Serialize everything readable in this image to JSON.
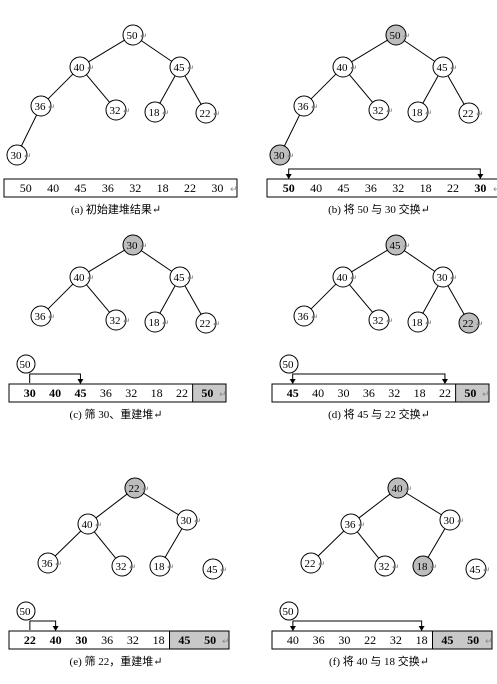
{
  "return_mark": "↵",
  "panels": [
    {
      "id": "a",
      "caption": "(a) 初始建堆结果",
      "nodes": [
        {
          "v": "50",
          "hl": false
        },
        {
          "v": "40",
          "hl": false
        },
        {
          "v": "45",
          "hl": false
        },
        {
          "v": "36",
          "hl": false
        },
        {
          "v": "32",
          "hl": false
        },
        {
          "v": "18",
          "hl": false
        },
        {
          "v": "22",
          "hl": false
        },
        {
          "v": "30",
          "hl": false
        }
      ],
      "edges": [
        [
          0,
          1
        ],
        [
          0,
          2
        ],
        [
          1,
          3
        ],
        [
          1,
          4
        ],
        [
          2,
          5
        ],
        [
          2,
          6
        ],
        [
          3,
          7
        ]
      ],
      "temp": null,
      "array": [
        {
          "v": "50",
          "bold": false,
          "sorted": false
        },
        {
          "v": "40",
          "bold": false,
          "sorted": false
        },
        {
          "v": "45",
          "bold": false,
          "sorted": false
        },
        {
          "v": "36",
          "bold": false,
          "sorted": false
        },
        {
          "v": "32",
          "bold": false,
          "sorted": false
        },
        {
          "v": "18",
          "bold": false,
          "sorted": false
        },
        {
          "v": "22",
          "bold": false,
          "sorted": false
        },
        {
          "v": "30",
          "bold": false,
          "sorted": false
        }
      ],
      "arrow": null
    },
    {
      "id": "b",
      "caption": "(b) 将 50 与 30 交换",
      "nodes": [
        {
          "v": "50",
          "hl": true
        },
        {
          "v": "40",
          "hl": false
        },
        {
          "v": "45",
          "hl": false
        },
        {
          "v": "36",
          "hl": false
        },
        {
          "v": "32",
          "hl": false
        },
        {
          "v": "18",
          "hl": false
        },
        {
          "v": "22",
          "hl": false
        },
        {
          "v": "30",
          "hl": true
        }
      ],
      "edges": [
        [
          0,
          1
        ],
        [
          0,
          2
        ],
        [
          1,
          3
        ],
        [
          1,
          4
        ],
        [
          2,
          5
        ],
        [
          2,
          6
        ],
        [
          3,
          7
        ]
      ],
      "temp": null,
      "array": [
        {
          "v": "50",
          "bold": true,
          "sorted": false
        },
        {
          "v": "40",
          "bold": false,
          "sorted": false
        },
        {
          "v": "45",
          "bold": false,
          "sorted": false
        },
        {
          "v": "36",
          "bold": false,
          "sorted": false
        },
        {
          "v": "32",
          "bold": false,
          "sorted": false
        },
        {
          "v": "18",
          "bold": false,
          "sorted": false
        },
        {
          "v": "22",
          "bold": false,
          "sorted": false
        },
        {
          "v": "30",
          "bold": true,
          "sorted": false
        }
      ],
      "arrow": {
        "from": 0,
        "to": 7,
        "both": true
      }
    },
    {
      "id": "c",
      "caption": "(c) 筛 30、重建堆",
      "nodes": [
        {
          "v": "30",
          "hl": true
        },
        {
          "v": "40",
          "hl": false
        },
        {
          "v": "45",
          "hl": false
        },
        {
          "v": "36",
          "hl": false
        },
        {
          "v": "32",
          "hl": false
        },
        {
          "v": "18",
          "hl": false
        },
        {
          "v": "22",
          "hl": false
        }
      ],
      "edges": [
        [
          0,
          1
        ],
        [
          0,
          2
        ],
        [
          1,
          3
        ],
        [
          1,
          4
        ],
        [
          2,
          5
        ],
        [
          2,
          6
        ]
      ],
      "temp": "50",
      "array": [
        {
          "v": "30",
          "bold": true,
          "sorted": false
        },
        {
          "v": "40",
          "bold": true,
          "sorted": false
        },
        {
          "v": "45",
          "bold": true,
          "sorted": false
        },
        {
          "v": "36",
          "bold": false,
          "sorted": false
        },
        {
          "v": "32",
          "bold": false,
          "sorted": false
        },
        {
          "v": "18",
          "bold": false,
          "sorted": false
        },
        {
          "v": "22",
          "bold": false,
          "sorted": false
        },
        {
          "v": "50",
          "bold": true,
          "sorted": true
        }
      ],
      "arrow": {
        "from": 0,
        "to": 2,
        "both": false
      }
    },
    {
      "id": "d",
      "caption": "(d) 将 45 与 22 交换",
      "nodes": [
        {
          "v": "45",
          "hl": true
        },
        {
          "v": "40",
          "hl": false
        },
        {
          "v": "30",
          "hl": false
        },
        {
          "v": "36",
          "hl": false
        },
        {
          "v": "32",
          "hl": false
        },
        {
          "v": "18",
          "hl": false
        },
        {
          "v": "22",
          "hl": true
        }
      ],
      "edges": [
        [
          0,
          1
        ],
        [
          0,
          2
        ],
        [
          1,
          3
        ],
        [
          1,
          4
        ],
        [
          2,
          5
        ],
        [
          2,
          6
        ]
      ],
      "temp": "50",
      "array": [
        {
          "v": "45",
          "bold": true,
          "sorted": false
        },
        {
          "v": "40",
          "bold": false,
          "sorted": false
        },
        {
          "v": "30",
          "bold": false,
          "sorted": false
        },
        {
          "v": "36",
          "bold": false,
          "sorted": false
        },
        {
          "v": "32",
          "bold": false,
          "sorted": false
        },
        {
          "v": "18",
          "bold": false,
          "sorted": false
        },
        {
          "v": "22",
          "bold": false,
          "sorted": false
        },
        {
          "v": "50",
          "bold": true,
          "sorted": true
        }
      ],
      "arrow": {
        "from": 0,
        "to": 6,
        "both": true
      }
    },
    {
      "id": "e",
      "caption": "(e) 筛 22，重建堆",
      "nodes": [
        {
          "v": "22",
          "hl": true
        },
        {
          "v": "40",
          "hl": false
        },
        {
          "v": "30",
          "hl": false
        },
        {
          "v": "36",
          "hl": false
        },
        {
          "v": "32",
          "hl": false
        },
        {
          "v": "18",
          "hl": false
        },
        {
          "v": "45",
          "hl": false
        }
      ],
      "edges": [
        [
          0,
          1
        ],
        [
          0,
          2
        ],
        [
          1,
          3
        ],
        [
          1,
          4
        ],
        [
          2,
          5
        ]
      ],
      "temp": "50",
      "array": [
        {
          "v": "22",
          "bold": true,
          "sorted": false
        },
        {
          "v": "40",
          "bold": true,
          "sorted": false
        },
        {
          "v": "30",
          "bold": true,
          "sorted": false
        },
        {
          "v": "36",
          "bold": false,
          "sorted": false
        },
        {
          "v": "32",
          "bold": false,
          "sorted": false
        },
        {
          "v": "18",
          "bold": false,
          "sorted": false
        },
        {
          "v": "45",
          "bold": true,
          "sorted": true
        },
        {
          "v": "50",
          "bold": true,
          "sorted": true
        }
      ],
      "arrow": {
        "from": 0,
        "to": 1,
        "both": false
      }
    },
    {
      "id": "f",
      "caption": "(f) 将 40 与 18 交换",
      "nodes": [
        {
          "v": "40",
          "hl": true
        },
        {
          "v": "36",
          "hl": false
        },
        {
          "v": "30",
          "hl": false
        },
        {
          "v": "22",
          "hl": false
        },
        {
          "v": "32",
          "hl": false
        },
        {
          "v": "18",
          "hl": true
        },
        {
          "v": "45",
          "hl": false
        }
      ],
      "edges": [
        [
          0,
          1
        ],
        [
          0,
          2
        ],
        [
          1,
          3
        ],
        [
          1,
          4
        ],
        [
          2,
          5
        ]
      ],
      "temp": "50",
      "array": [
        {
          "v": "40",
          "bold": false,
          "sorted": false
        },
        {
          "v": "36",
          "bold": false,
          "sorted": false
        },
        {
          "v": "30",
          "bold": false,
          "sorted": false
        },
        {
          "v": "22",
          "bold": false,
          "sorted": false
        },
        {
          "v": "32",
          "bold": false,
          "sorted": false
        },
        {
          "v": "18",
          "bold": false,
          "sorted": false
        },
        {
          "v": "45",
          "bold": true,
          "sorted": true
        },
        {
          "v": "50",
          "bold": true,
          "sorted": true
        }
      ],
      "arrow": {
        "from": 0,
        "to": 5,
        "both": true
      }
    }
  ],
  "colors": {
    "highlight": "#bdbdbd",
    "sorted": "#c8c8c8",
    "line": "#000000",
    "return_mark": "#888888"
  }
}
